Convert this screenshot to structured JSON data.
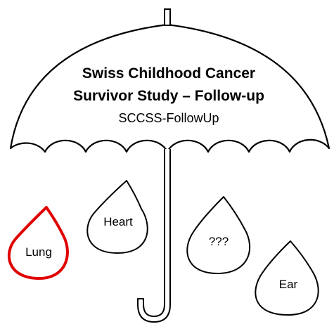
{
  "umbrella": {
    "title_line1": "Swiss Childhood Cancer",
    "title_line2": "Survivor Study – Follow-up",
    "subtitle": "SCCSS-FollowUp"
  },
  "drops": [
    {
      "label": "Lung",
      "highlighted": true
    },
    {
      "label": "Heart",
      "highlighted": false
    },
    {
      "label": "???",
      "highlighted": false
    },
    {
      "label": "Ear",
      "highlighted": false
    }
  ],
  "colors": {
    "outline": "#000000",
    "highlight": "#e00000",
    "background": "#ffffff"
  }
}
